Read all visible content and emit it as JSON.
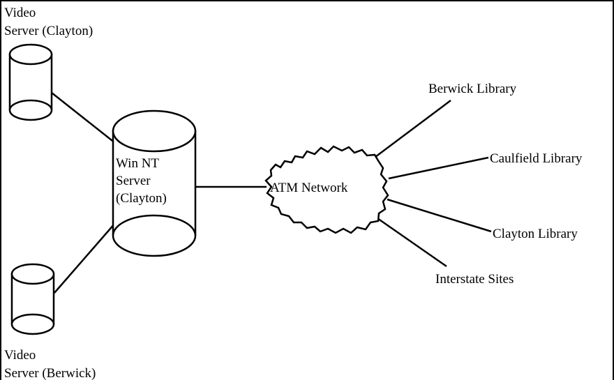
{
  "nodes": {
    "video_server_clayton": {
      "label_lines": [
        "Video",
        "Server (Clayton)"
      ]
    },
    "video_server_berwick": {
      "label_lines": [
        "Video",
        "Server (Berwick)"
      ]
    },
    "nt_server": {
      "label_lines": [
        "Win NT",
        "Server",
        "(Clayton)"
      ]
    },
    "atm_network": {
      "label": "ATM Network"
    },
    "berwick_library": {
      "label": "Berwick Library"
    },
    "caulfield_library": {
      "label": "Caulfield Library"
    },
    "clayton_library": {
      "label": "Clayton Library"
    },
    "interstate_sites": {
      "label": "Interstate Sites"
    }
  },
  "edges": [
    {
      "from": "Video Server (Clayton)",
      "to": "Win NT Server (Clayton)"
    },
    {
      "from": "Video Server (Berwick)",
      "to": "Win NT Server (Clayton)"
    },
    {
      "from": "Win NT Server (Clayton)",
      "to": "ATM Network"
    },
    {
      "from": "ATM Network",
      "to": "Berwick Library"
    },
    {
      "from": "ATM Network",
      "to": "Caulfield Library"
    },
    {
      "from": "ATM Network",
      "to": "Clayton Library"
    },
    {
      "from": "ATM Network",
      "to": "Interstate Sites"
    }
  ]
}
